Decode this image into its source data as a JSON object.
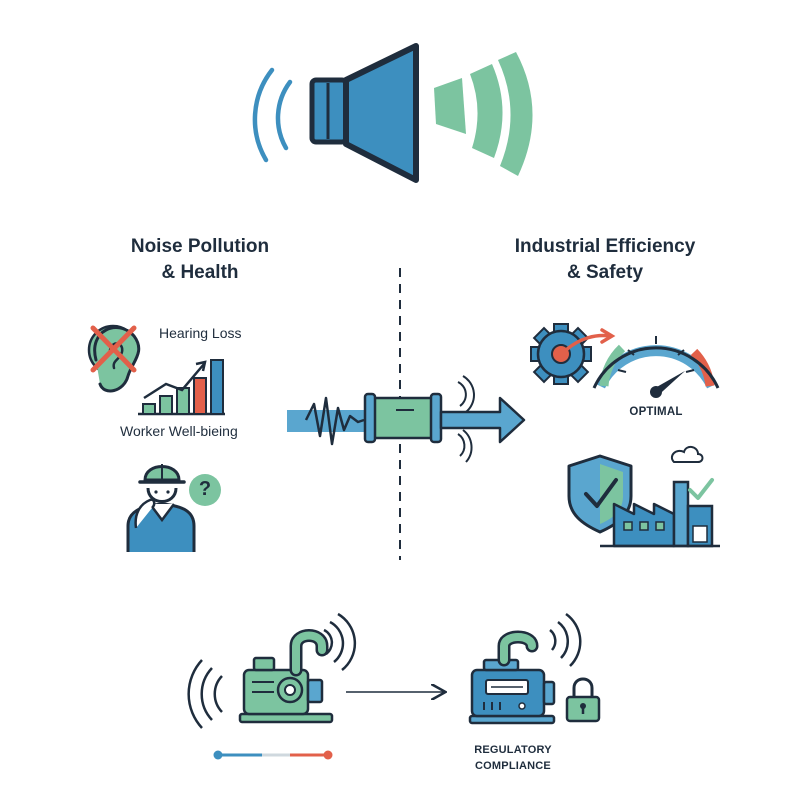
{
  "sections": {
    "left_heading_line1": "Noise Pollution",
    "left_heading_line2": "& Health",
    "right_heading_line1": "Industrial Efficiency",
    "right_heading_line2": "& Safety"
  },
  "labels": {
    "hearing_loss": "Hearing Loss",
    "worker_wellbeing": "Worker Well-bieing",
    "question_mark": "?",
    "optimal": "OPTIMAL",
    "regulatory_line1": "REGULATORY",
    "regulatory_line2": "COMPLIANCE"
  },
  "gauge": {
    "level": 0.8
  },
  "colors": {
    "dark": "#1f2d3d",
    "blue": "#3d8fbf",
    "green": "#7cc4a0",
    "red": "#e2604a",
    "light_blue": "#5aa6cf"
  },
  "icons": [
    "speaker-icon",
    "ear-crossed-icon",
    "rising-bar-chart-icon",
    "worker-hardhat-icon",
    "sound-wave-pipe-icon",
    "gear-icon",
    "gauge-icon",
    "shield-check-icon",
    "factory-icon",
    "noisy-pump-icon",
    "quiet-pump-icon",
    "padlock-icon"
  ]
}
